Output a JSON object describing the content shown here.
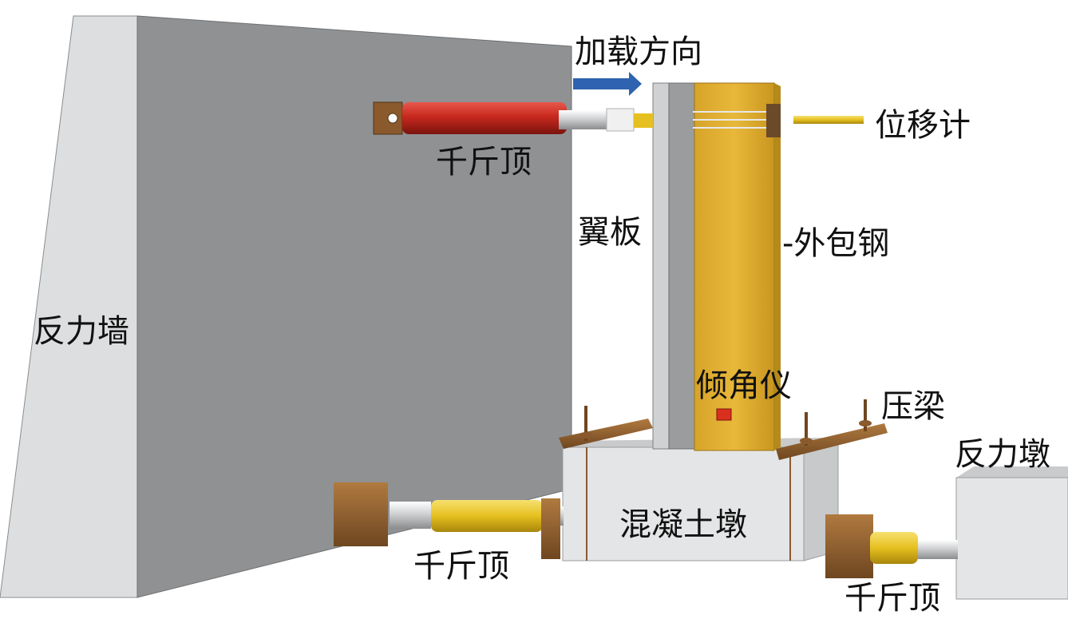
{
  "labels": {
    "loading_direction": "加载方向",
    "jack_top": "千斤顶",
    "displacement_meter": "位移计",
    "flange_plate": "翼板",
    "outer_steel": "-外包钢",
    "reaction_wall": "反力墙",
    "inclinometer": "倾角仪",
    "pressure_beam": "压梁",
    "reaction_pier": "反力墩",
    "concrete_pier": "混凝土墩",
    "jack_bottom_left": "千斤顶",
    "jack_bottom_right": "千斤顶"
  },
  "colors": {
    "wall_front": "#8f9193",
    "wall_side": "#dcdedf",
    "outer_steel": "#e3b234",
    "jack_red": "#c8281e",
    "jack_yellow": "#e6c020",
    "arrow_blue": "#2f62b0",
    "bracket_brown": "#8a5a2c",
    "concrete": "#e4e5e6"
  }
}
